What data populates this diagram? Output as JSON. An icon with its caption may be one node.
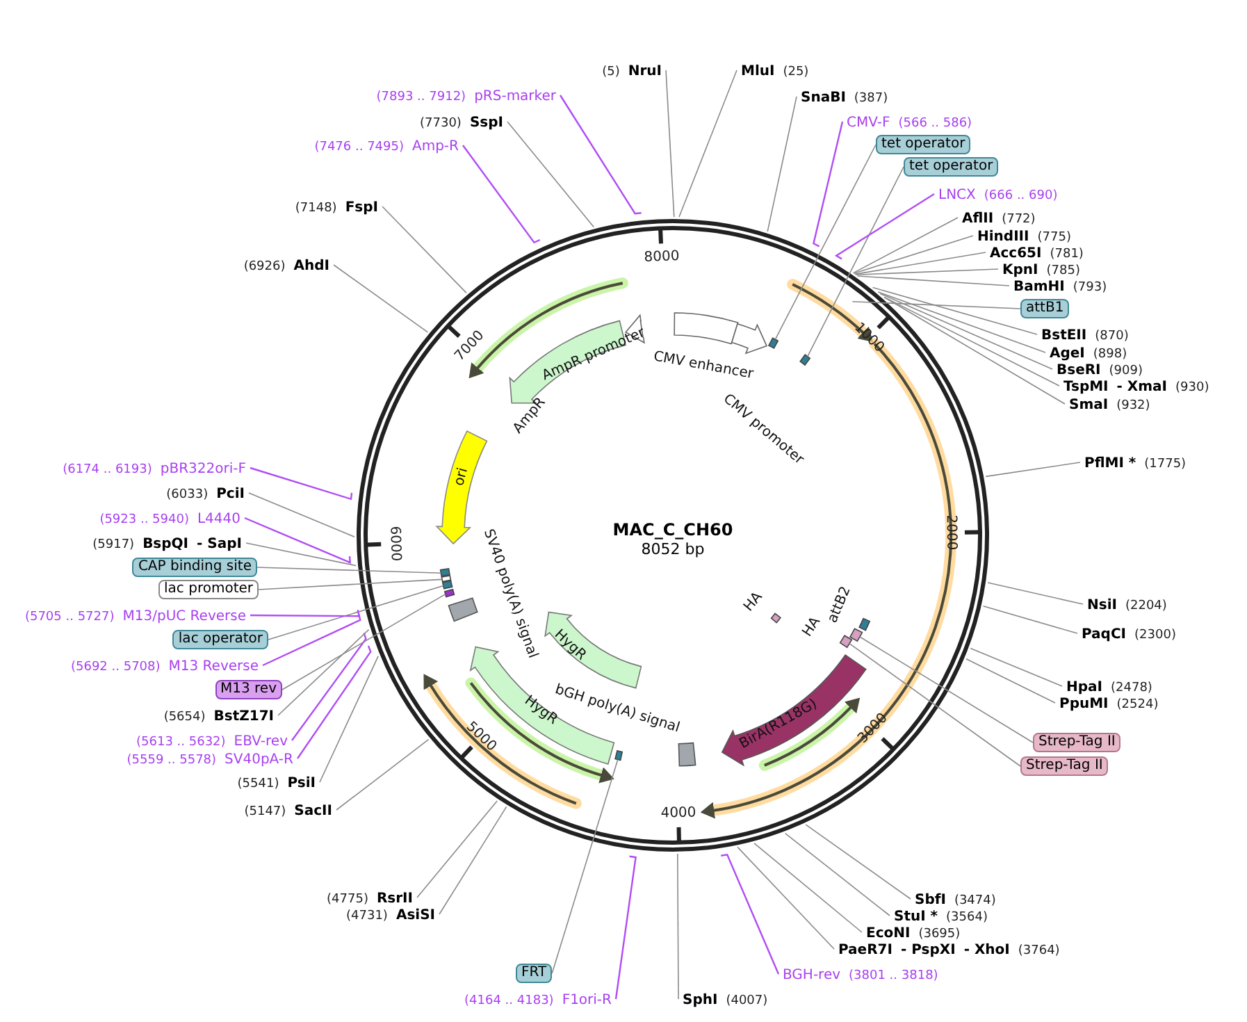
{
  "diagram": {
    "title": "MAC_C_CH60",
    "nodes": [
      {
        "text": [
          "(5)",
          "NruI"
        ]
      },
      {
        "text": [
          "MluI",
          "(25)"
        ]
      },
      {
        "text": [
          "SnaBI",
          "(387)"
        ]
      },
      {
        "text": [
          "CMV-F",
          "(566 .. 586)"
        ]
      },
      {
        "text": [
          "tet operator"
        ]
      },
      {
        "text": [
          "tet operator"
        ]
      },
      {
        "text": [
          "LNCX",
          "(666 .. 690)"
        ]
      },
      {
        "text": [
          "AflII",
          "(772)"
        ]
      },
      {
        "text": [
          "HindIII",
          "(775)"
        ]
      },
      {
        "text": [
          "Acc65I",
          "(781)"
        ]
      },
      {
        "text": [
          "KpnI",
          "(785)"
        ]
      },
      {
        "text": [
          "BamHI",
          "(793)"
        ]
      },
      {
        "text": [
          "attB1"
        ]
      },
      {
        "text": [
          "BstEII",
          "(870)"
        ]
      },
      {
        "text": [
          "AgeI",
          "(898)"
        ]
      },
      {
        "text": [
          "BseRI",
          "(909)"
        ]
      },
      {
        "text": [
          "TspMI",
          "- XmaI",
          "(930)"
        ]
      },
      {
        "text": [
          "SmaI",
          "(932)"
        ]
      },
      {
        "text": [
          "PflMI *",
          "(1775)"
        ]
      },
      {
        "text": [
          "NsiI",
          "(2204)"
        ]
      },
      {
        "text": [
          "PaqCI",
          "(2300)"
        ]
      },
      {
        "text": [
          "HpaI",
          "(2478)"
        ]
      },
      {
        "text": [
          "PpuMI",
          "(2524)"
        ]
      },
      {
        "text": [
          "Strep-Tag II"
        ]
      },
      {
        "text": [
          "Strep-Tag II"
        ]
      },
      {
        "text": [
          "SbfI",
          "(3474)"
        ]
      },
      {
        "text": [
          "StuI *",
          "(3564)"
        ]
      },
      {
        "text": [
          "EcoNI",
          "(3695)"
        ]
      },
      {
        "text": [
          "PaeR7I",
          "- PspXI",
          "- XhoI",
          "(3764)"
        ]
      },
      {
        "text": [
          "BGH-rev",
          "(3801 .. 3818)"
        ]
      },
      {
        "text": [
          "SphI",
          "(4007)"
        ]
      },
      {
        "text": [
          "(4164 .. 4183)",
          "F1ori-R"
        ]
      },
      {
        "text": [
          "FRT"
        ]
      },
      {
        "text": [
          "(4775)",
          "RsrII"
        ]
      },
      {
        "text": [
          "(4731)",
          "AsiSI"
        ]
      },
      {
        "text": [
          "(5147)",
          "SacII"
        ]
      },
      {
        "text": [
          "(5541)",
          "PsiI"
        ]
      },
      {
        "text": [
          "(5559 .. 5578)",
          "SV40pA-R"
        ]
      },
      {
        "text": [
          "(5613 .. 5632)",
          "EBV-rev"
        ]
      },
      {
        "text": [
          "(5654)",
          "BstZ17I"
        ]
      },
      {
        "text": [
          "M13 rev"
        ]
      },
      {
        "text": [
          "(5692 .. 5708)",
          "M13 Reverse"
        ]
      },
      {
        "text": [
          "lac operator"
        ]
      },
      {
        "text": [
          "(5705 .. 5727)",
          "M13/pUC Reverse"
        ]
      },
      {
        "text": [
          "lac promoter"
        ]
      },
      {
        "text": [
          "CAP binding site"
        ]
      },
      {
        "text": [
          "(5917)",
          "BspQI",
          "- SapI"
        ]
      },
      {
        "text": [
          "(5923 .. 5940)",
          "L4440"
        ]
      },
      {
        "text": [
          "(6033)",
          "PciI"
        ]
      },
      {
        "text": [
          "(6174 .. 6193)",
          "pBR322ori-F"
        ]
      },
      {
        "text": [
          "(6926)",
          "AhdI"
        ]
      },
      {
        "text": [
          "(7148)",
          "FspI"
        ]
      },
      {
        "text": [
          "(7476 .. 7495)",
          "Amp-R"
        ]
      },
      {
        "text": [
          "(7730)",
          "SspI"
        ]
      },
      {
        "text": [
          "(7893 .. 7912)",
          "pRS-marker"
        ]
      },
      {
        "text": [
          "AmpR promoter"
        ]
      },
      {
        "text": [
          "AmpR"
        ]
      },
      {
        "text": [
          "CMV enhancer"
        ]
      },
      {
        "text": [
          "CMV promoter"
        ]
      },
      {
        "text": [
          "ori"
        ]
      },
      {
        "text": [
          "SV40 poly(A) signal"
        ]
      },
      {
        "text": [
          "HygR"
        ]
      },
      {
        "text": [
          "HygR"
        ]
      },
      {
        "text": [
          "bGH poly(A) signal"
        ]
      },
      {
        "text": [
          "BirA(R118G)"
        ]
      },
      {
        "text": [
          "HA"
        ]
      },
      {
        "text": [
          "HA"
        ]
      },
      {
        "text": [
          "attB2"
        ]
      },
      {
        "text": [],
        "shape": "bar"
      },
      {
        "text": [],
        "shape": "bar"
      },
      {
        "text": [],
        "shape": "bar"
      },
      {
        "text": [],
        "shape": "bar"
      },
      {
        "text": [],
        "shape": "bar"
      },
      {
        "text": [],
        "shape": "bar"
      },
      {
        "text": [],
        "shape": "bar"
      },
      {
        "text": [],
        "shape": "bar"
      },
      {
        "text": [],
        "shape": "bar"
      }
    ],
    "edges": [
      {
        "from": 0,
        "to": null,
        "arrow": "none"
      },
      {
        "from": 1,
        "to": null,
        "arrow": "none"
      },
      {
        "from": 2,
        "to": null,
        "arrow": "none"
      },
      {
        "from": 3,
        "to": null,
        "arrow": "none",
        "color": "#b04cf5"
      },
      {
        "from": 4,
        "to": 68,
        "arrow": "none"
      },
      {
        "from": 5,
        "to": 69,
        "arrow": "none"
      },
      {
        "from": 6,
        "to": null,
        "arrow": "none",
        "color": "#b04cf5"
      },
      {
        "from": 7,
        "to": null,
        "arrow": "none"
      },
      {
        "from": 8,
        "to": null,
        "arrow": "none"
      },
      {
        "from": 9,
        "to": null,
        "arrow": "none"
      },
      {
        "from": 10,
        "to": null,
        "arrow": "none"
      },
      {
        "from": 11,
        "to": null,
        "arrow": "none"
      },
      {
        "from": 12,
        "to": null,
        "arrow": "none"
      },
      {
        "from": 13,
        "to": null,
        "arrow": "none"
      },
      {
        "from": 14,
        "to": null,
        "arrow": "none"
      },
      {
        "from": 15,
        "to": null,
        "arrow": "none"
      },
      {
        "from": 16,
        "to": null,
        "arrow": "none"
      },
      {
        "from": 17,
        "to": null,
        "arrow": "none"
      },
      {
        "from": 18,
        "to": null,
        "arrow": "none"
      },
      {
        "from": 19,
        "to": null,
        "arrow": "none"
      },
      {
        "from": 20,
        "to": null,
        "arrow": "none"
      },
      {
        "from": 21,
        "to": null,
        "arrow": "none"
      },
      {
        "from": 22,
        "to": null,
        "arrow": "none"
      },
      {
        "from": 23,
        "to": 70,
        "arrow": "none"
      },
      {
        "from": 24,
        "to": 71,
        "arrow": "none"
      },
      {
        "from": 25,
        "to": null,
        "arrow": "none"
      },
      {
        "from": 26,
        "to": null,
        "arrow": "none"
      },
      {
        "from": 27,
        "to": null,
        "arrow": "none"
      },
      {
        "from": 28,
        "to": null,
        "arrow": "none"
      },
      {
        "from": 29,
        "to": null,
        "arrow": "none",
        "color": "#b04cf5"
      },
      {
        "from": 30,
        "to": null,
        "arrow": "none"
      },
      {
        "from": 31,
        "to": null,
        "arrow": "none",
        "color": "#b04cf5"
      },
      {
        "from": 32,
        "to": 72,
        "arrow": "none"
      },
      {
        "from": 33,
        "to": null,
        "arrow": "none"
      },
      {
        "from": 34,
        "to": null,
        "arrow": "none"
      },
      {
        "from": 35,
        "to": null,
        "arrow": "none"
      },
      {
        "from": 36,
        "to": null,
        "arrow": "none"
      },
      {
        "from": 37,
        "to": null,
        "arrow": "none",
        "color": "#b04cf5"
      },
      {
        "from": 38,
        "to": null,
        "arrow": "none",
        "color": "#b04cf5"
      },
      {
        "from": 39,
        "to": null,
        "arrow": "none"
      },
      {
        "from": 40,
        "to": 73,
        "arrow": "none"
      },
      {
        "from": 41,
        "to": null,
        "arrow": "none",
        "color": "#b04cf5"
      },
      {
        "from": 42,
        "to": 74,
        "arrow": "none"
      },
      {
        "from": 43,
        "to": null,
        "arrow": "none",
        "color": "#b04cf5"
      },
      {
        "from": 44,
        "to": 75,
        "arrow": "none"
      },
      {
        "from": 45,
        "to": 76,
        "arrow": "none"
      },
      {
        "from": 46,
        "to": null,
        "arrow": "none"
      },
      {
        "from": 47,
        "to": null,
        "arrow": "none",
        "color": "#b04cf5"
      },
      {
        "from": 48,
        "to": null,
        "arrow": "none"
      },
      {
        "from": 49,
        "to": null,
        "arrow": "none",
        "color": "#b04cf5"
      },
      {
        "from": 50,
        "to": null,
        "arrow": "none"
      },
      {
        "from": 51,
        "to": null,
        "arrow": "none"
      },
      {
        "from": 52,
        "to": null,
        "arrow": "none",
        "color": "#b04cf5"
      },
      {
        "from": 53,
        "to": null,
        "arrow": "none"
      },
      {
        "from": 54,
        "to": null,
        "arrow": "none",
        "color": "#b04cf5"
      }
    ],
    "labels": [
      "8052 bp",
      "1000",
      "2000",
      "3000",
      "4000",
      "5000",
      "6000",
      "7000",
      "8000"
    ]
  }
}
